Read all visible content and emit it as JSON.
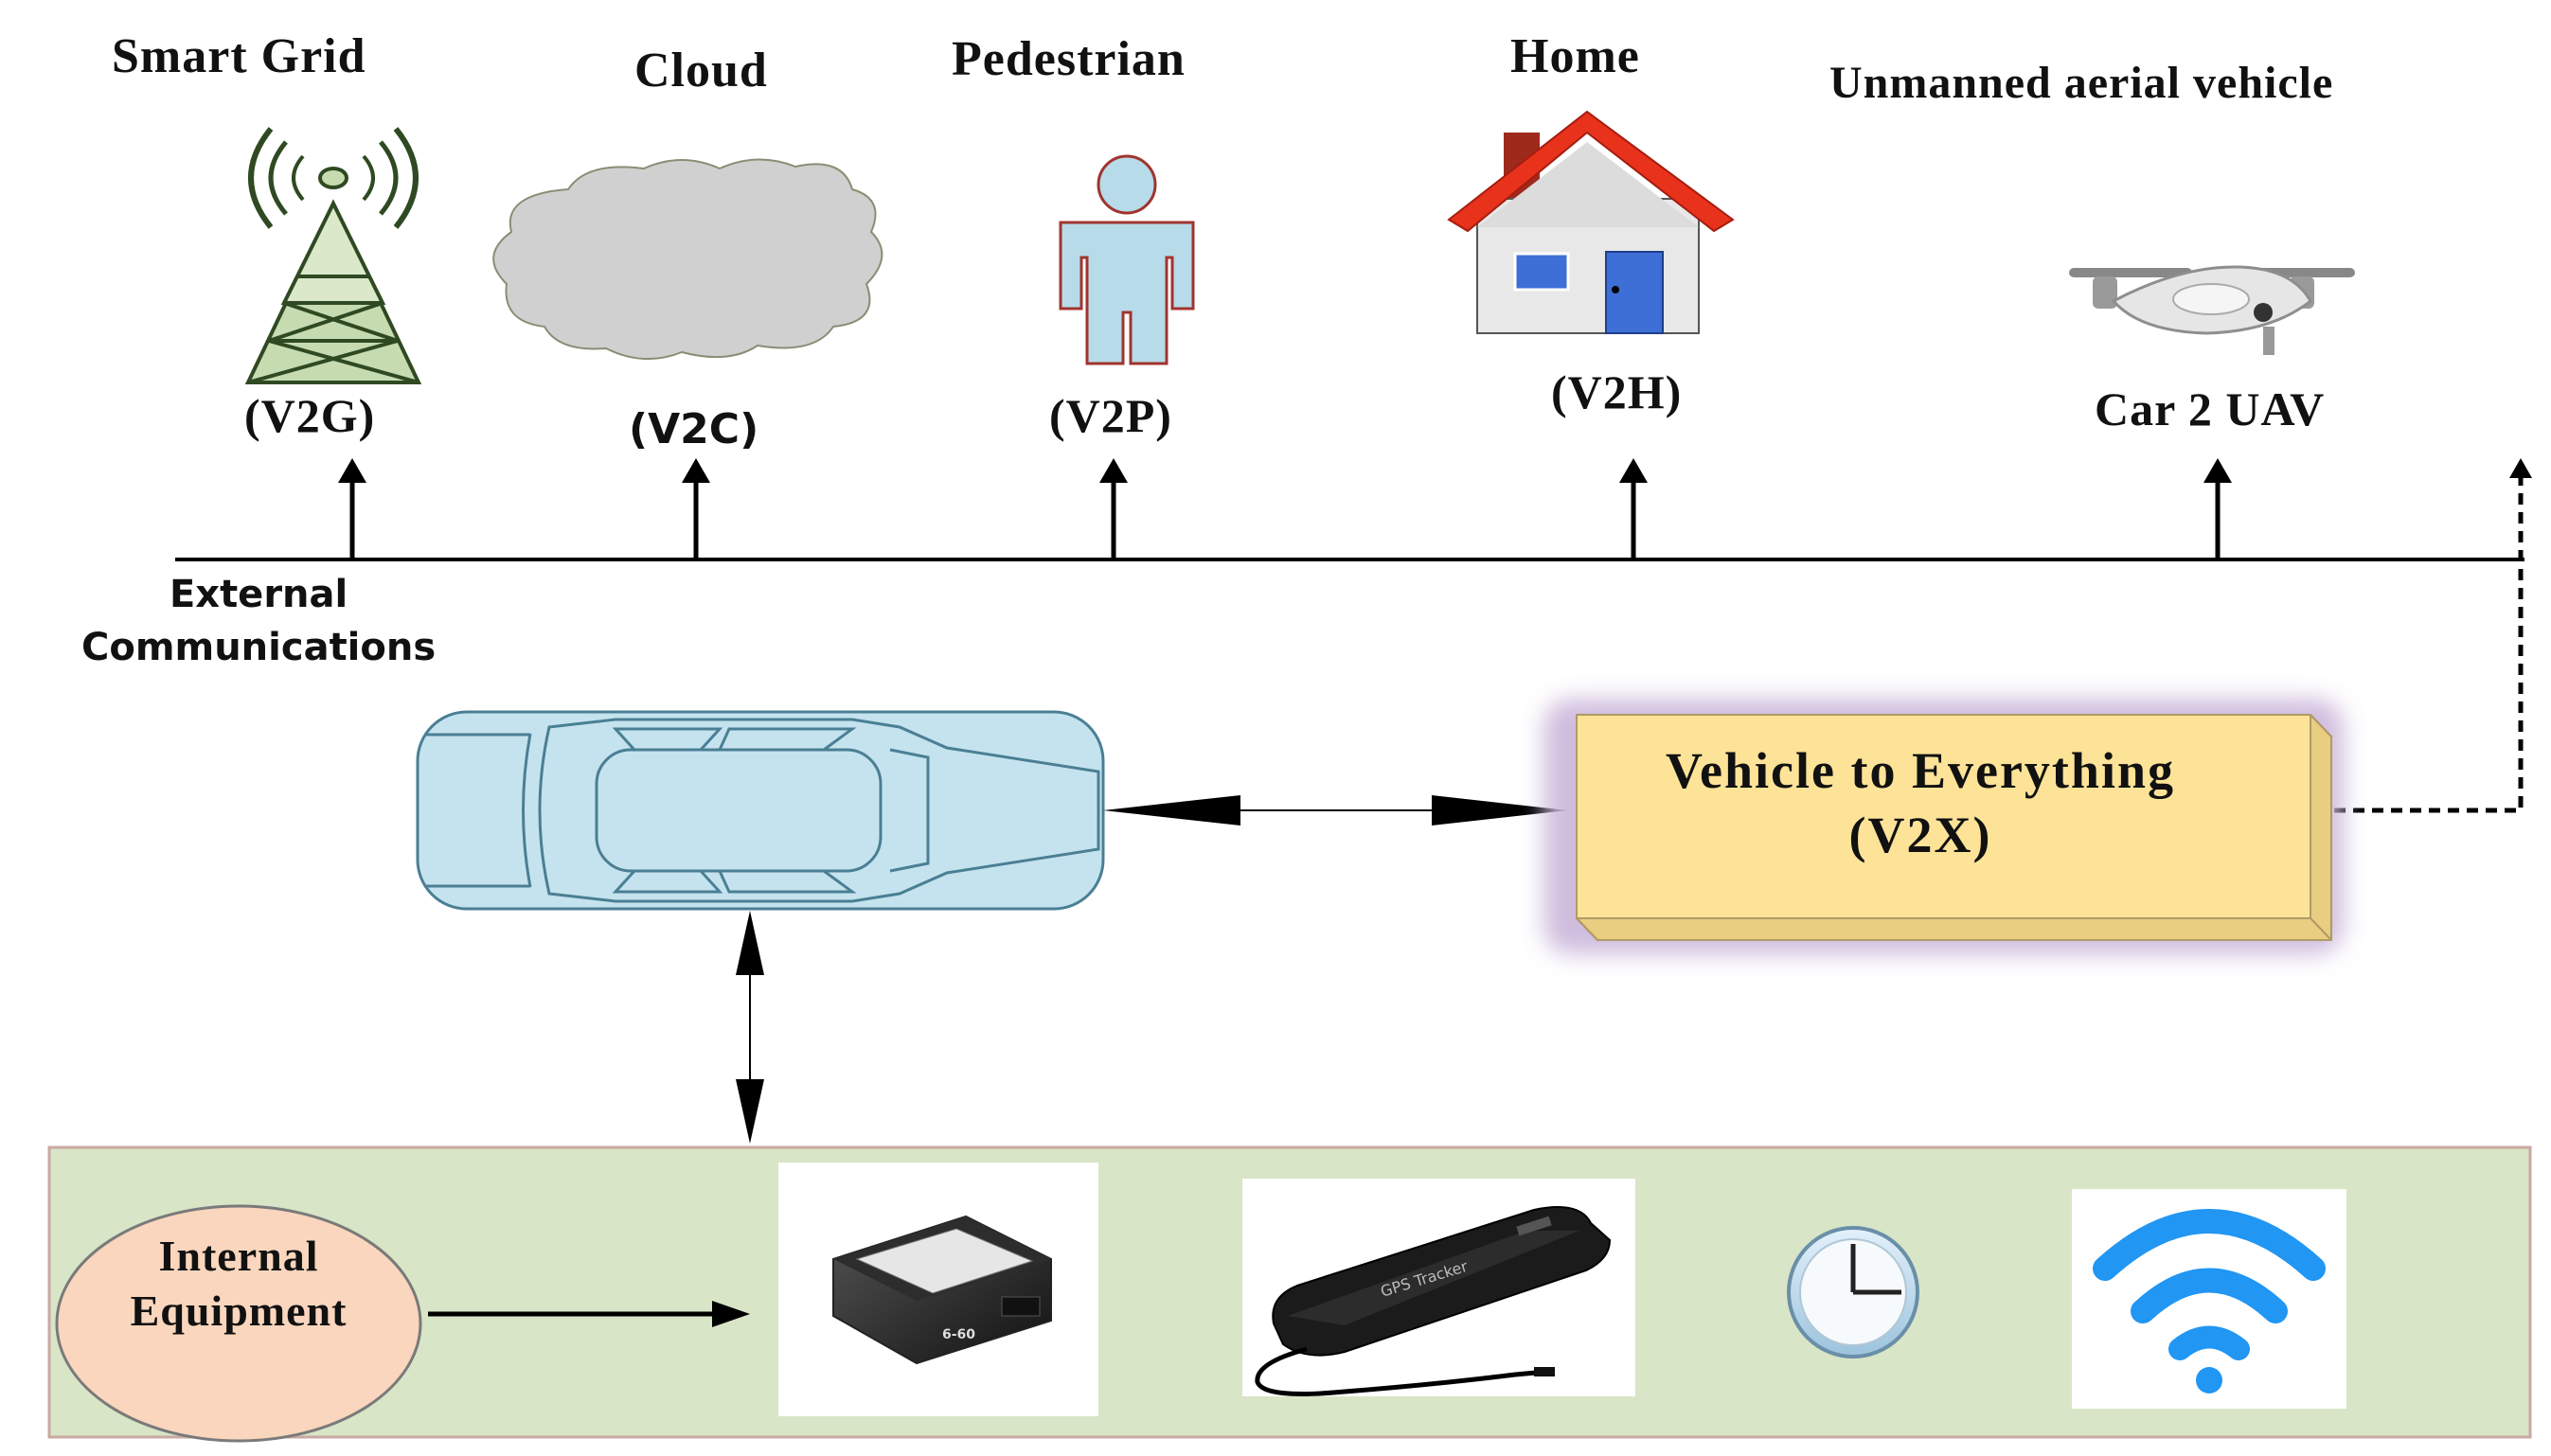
{
  "top_nodes": [
    {
      "title": "Smart Grid",
      "code": "(V2G)",
      "icon": "cell-tower-icon"
    },
    {
      "title": "Cloud",
      "code": "(V2C)",
      "icon": "cloud-icon"
    },
    {
      "title": "Pedestrian",
      "code": "(V2P)",
      "icon": "person-icon"
    },
    {
      "title": "Home",
      "code": "(V2H)",
      "icon": "house-icon"
    },
    {
      "title": "Unmanned aerial vehicle",
      "code": "Car 2 UAV",
      "icon": "drone-icon"
    }
  ],
  "external": {
    "line1": "External",
    "line2": "Communications"
  },
  "v2x": {
    "line1": "Vehicle to Everything",
    "line2": "(V2X)"
  },
  "internal": {
    "line1": "Internal",
    "line2": "Equipment"
  },
  "device_texts": {
    "obd": "6-60",
    "tracker": "GPS Tracker"
  },
  "equipment_icons": [
    "obd-device-icon",
    "gps-tracker-icon",
    "clock-icon",
    "wifi-icon"
  ],
  "colors": {
    "car_fill": "#c5e3ee",
    "car_stroke": "#4a7f94",
    "tower_fill": "#c7dbb0",
    "cloud_fill": "#d0d0d0",
    "person_fill": "#b7dbe8",
    "person_stroke": "#a0342f",
    "roof": "#e8321c",
    "v2x_fill": "#fde398",
    "v2x_glow": "#cbb6da",
    "panel_fill": "#d8e5c7",
    "panel_stroke": "#c9a9a3",
    "internal_fill": "#f9d6bd",
    "wifi": "#2196f3"
  }
}
